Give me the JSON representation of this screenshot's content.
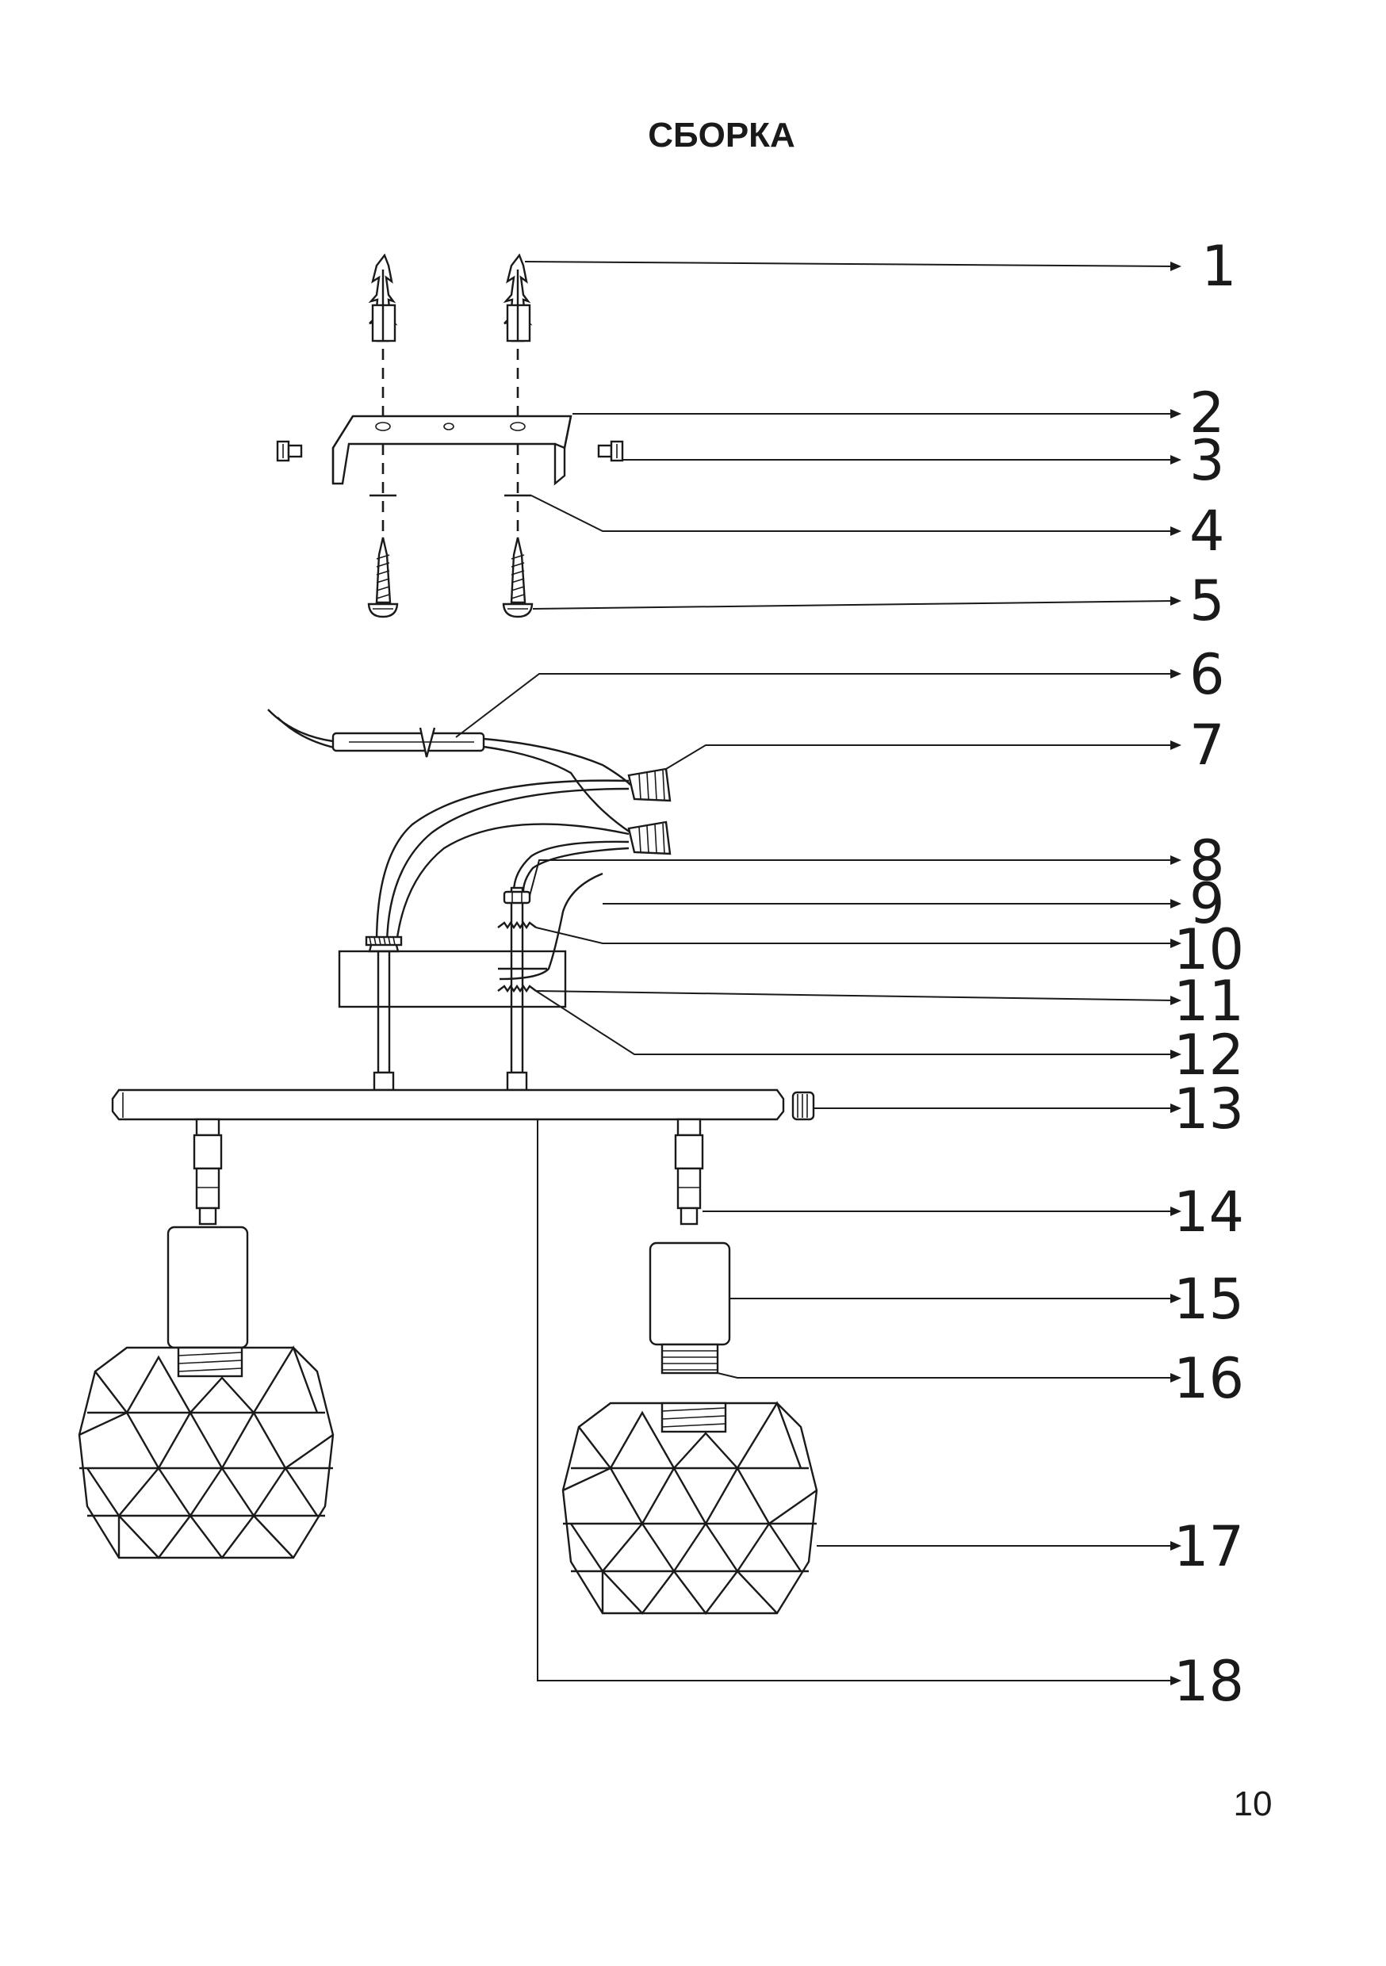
{
  "title": "СБОРКА",
  "page_number": "10",
  "callouts": [
    "1",
    "2",
    "3",
    "4",
    "5",
    "6",
    "7",
    "8",
    "9",
    "10",
    "11",
    "12",
    "13",
    "14",
    "15",
    "16",
    "17",
    "18"
  ]
}
